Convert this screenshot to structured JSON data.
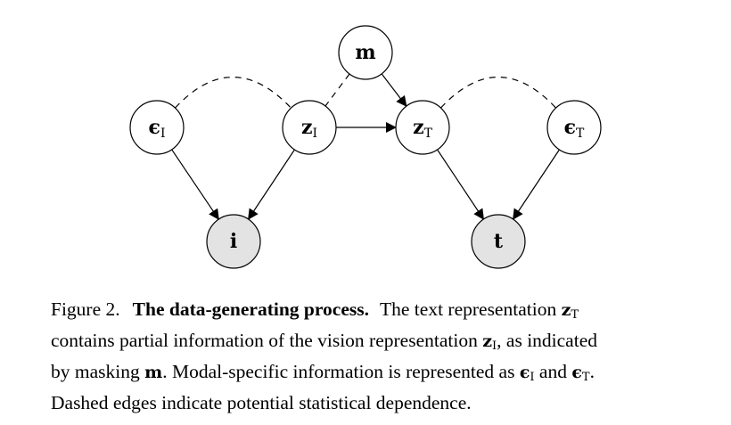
{
  "figure": {
    "nodes": [
      {
        "id": "m",
        "label": "m",
        "sub": "",
        "observed": false
      },
      {
        "id": "eps_I",
        "label": "ϵ",
        "sub": "I",
        "observed": false
      },
      {
        "id": "z_I",
        "label": "z",
        "sub": "I",
        "observed": false
      },
      {
        "id": "z_T",
        "label": "z",
        "sub": "T",
        "observed": false
      },
      {
        "id": "eps_T",
        "label": "ϵ",
        "sub": "T",
        "observed": false
      },
      {
        "id": "i",
        "label": "i",
        "sub": "",
        "observed": true
      },
      {
        "id": "t",
        "label": "t",
        "sub": "",
        "observed": true
      }
    ],
    "edges": [
      {
        "from": "eps_I",
        "to": "i",
        "style": "solid"
      },
      {
        "from": "z_I",
        "to": "i",
        "style": "solid"
      },
      {
        "from": "z_I",
        "to": "z_T",
        "style": "solid"
      },
      {
        "from": "m",
        "to": "z_T",
        "style": "solid"
      },
      {
        "from": "z_T",
        "to": "t",
        "style": "solid"
      },
      {
        "from": "eps_T",
        "to": "t",
        "style": "solid"
      },
      {
        "from": "eps_I",
        "to": "z_I",
        "style": "dashed"
      },
      {
        "from": "m",
        "to": "z_I",
        "style": "dashed"
      },
      {
        "from": "z_T",
        "to": "eps_T",
        "style": "dashed"
      }
    ]
  },
  "caption": {
    "figure_label": "Figure 2.",
    "title": "The data-generating process.",
    "l1_text": "The text representation",
    "z": "z",
    "sub_T": "T",
    "sub_I": "I",
    "l2_text_a": "contains partial information of the vision representation",
    "l2_text_b": ", as indicated",
    "l3_text_a": "by masking",
    "m": "m",
    "l3_text_b": ". Modal-specific information is represented as",
    "eps": "ϵ",
    "and": "and",
    "period": ".",
    "l4_text": "Dashed edges indicate potential statistical dependence."
  }
}
